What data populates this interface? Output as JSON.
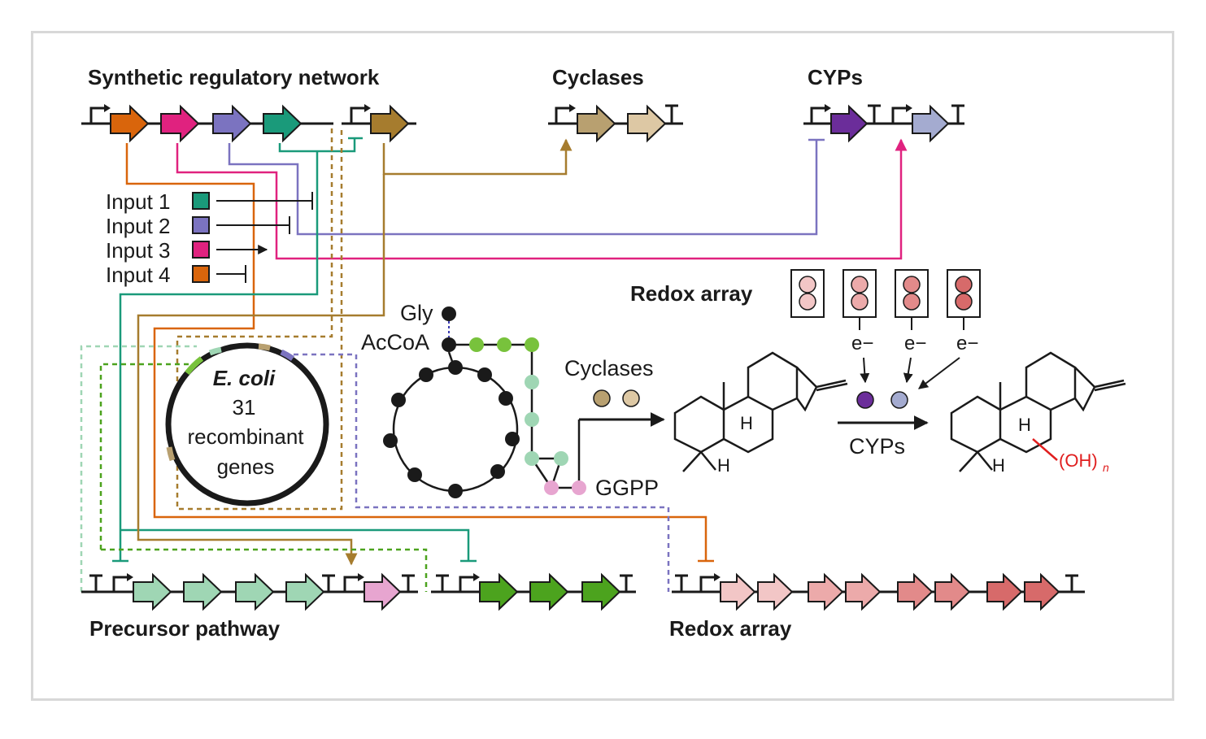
{
  "headings": {
    "synthetic_network": "Synthetic regulatory network",
    "cyclases": "Cyclases",
    "cyps": "CYPs",
    "redox_array_middle": "Redox array",
    "precursor_pathway": "Precursor pathway",
    "redox_array_bottom": "Redox array"
  },
  "inputs": [
    {
      "label": "Input 1",
      "color": "#1a9a7a"
    },
    {
      "label": "Input 2",
      "color": "#7b73c0"
    },
    {
      "label": "Input 3",
      "color": "#e0227f"
    },
    {
      "label": "Input 4",
      "color": "#d9650c"
    }
  ],
  "cell": {
    "species": "E. coli",
    "count": "31",
    "line1": "recombinant",
    "line2": "genes"
  },
  "metabolism": {
    "gly": "Gly",
    "accoa": "AcCoA",
    "ggpp": "GGPP",
    "cyclases": "Cyclases",
    "cyps": "CYPs",
    "electron": "e−",
    "h": "H",
    "oh": "(OH)",
    "oh_sub": "n"
  },
  "colors": {
    "orange": "#d9650c",
    "magenta": "#e0227f",
    "purple": "#7b73c0",
    "teal": "#1a9a7a",
    "brown": "#a67c2e",
    "tan": "#b8a070",
    "light_tan": "#ddc8a4",
    "dark_purple": "#6b2d9a",
    "light_blue_purple": "#a4abd0",
    "mint": "#9fd6b4",
    "green": "#4ca31e",
    "light_green": "#78c23c",
    "pink": "#e7a5d0",
    "red_chem": "#e01e1e"
  }
}
